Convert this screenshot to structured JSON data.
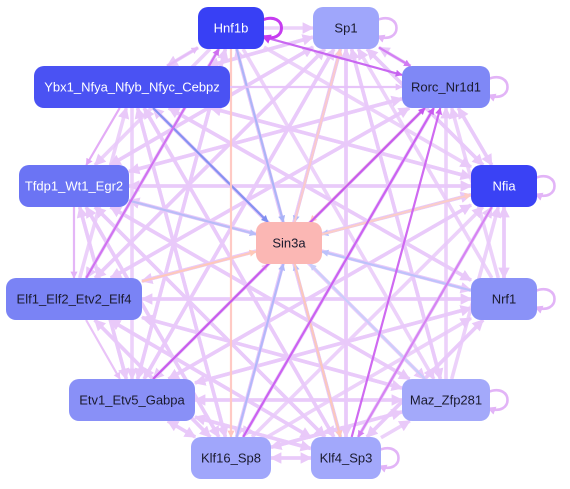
{
  "nodes": [
    {
      "id": "hnf1b",
      "label": "Hnf1b",
      "fill": "#3840f5",
      "text": "light"
    },
    {
      "id": "sp1",
      "label": "Sp1",
      "fill": "#9fa6fb",
      "text": "dark"
    },
    {
      "id": "ybx1",
      "label": "Ybx1_Nfya_Nfyb_Nfyc_Cebpz",
      "fill": "#4a52f3",
      "text": "light"
    },
    {
      "id": "rorc",
      "label": "Rorc_Nr1d1",
      "fill": "#7f88f6",
      "text": "dark"
    },
    {
      "id": "tfdp1",
      "label": "Tfdp1_Wt1_Egr2",
      "fill": "#6b74f4",
      "text": "light"
    },
    {
      "id": "nfia",
      "label": "Nfia",
      "fill": "#3a42f5",
      "text": "light"
    },
    {
      "id": "sin3a",
      "label": "Sin3a",
      "fill": "#fbb7b4",
      "text": "dark"
    },
    {
      "id": "elf1",
      "label": "Elf1_Elf2_Etv2_Elf4",
      "fill": "#7a83f5",
      "text": "dark"
    },
    {
      "id": "nrf1",
      "label": "Nrf1",
      "fill": "#8a92f7",
      "text": "dark"
    },
    {
      "id": "etv1",
      "label": "Etv1_Etv5_Gabpa",
      "fill": "#8990f7",
      "text": "dark"
    },
    {
      "id": "maz",
      "label": "Maz_Zfp281",
      "fill": "#a3a9fa",
      "text": "dark"
    },
    {
      "id": "klf16",
      "label": "Klf16_Sp8",
      "fill": "#a0a6fb",
      "text": "dark"
    },
    {
      "id": "klf4",
      "label": "Klf4_Sp3",
      "fill": "#a2a8fb",
      "text": "dark"
    }
  ],
  "edges": [
    {
      "from": "ybx1",
      "to": "sin3a",
      "color": "#7f8ef0"
    },
    {
      "from": "hnf1b",
      "to": "sin3a",
      "color": "#a9b3f7"
    },
    {
      "from": "sp1",
      "to": "sin3a",
      "color": "#b3b9f9"
    },
    {
      "from": "rorc",
      "to": "sin3a",
      "color": "#ffc2c2"
    },
    {
      "from": "nfia",
      "to": "sin3a",
      "color": "#b9c3fb"
    },
    {
      "from": "nrf1",
      "to": "sin3a",
      "color": "#bcc2fb"
    },
    {
      "from": "maz",
      "to": "sin3a",
      "color": "#c9cdfb"
    },
    {
      "from": "klf16",
      "to": "sin3a",
      "color": "#b0b6fa"
    },
    {
      "from": "klf4",
      "to": "sin3a",
      "color": "#b8bdfa"
    },
    {
      "from": "tfdp1",
      "to": "sin3a",
      "color": "#b7bcf8"
    },
    {
      "from": "elf1",
      "to": "sin3a",
      "color": "#ffc8b8"
    },
    {
      "from": "etv1",
      "to": "sin3a",
      "color": "#f2c4e8"
    },
    {
      "from": "sin3a",
      "to": "klf4",
      "color": "#ffc8b8"
    },
    {
      "from": "sin3a",
      "to": "sp1",
      "color": "#ffcaca"
    },
    {
      "from": "sin3a",
      "to": "nfia",
      "color": "#ffcdc6"
    },
    {
      "from": "hnf1b",
      "to": "klf16",
      "color": "#ffc7c1"
    },
    {
      "from": "etv1",
      "to": "rorc",
      "color": "#c456ee"
    },
    {
      "from": "klf16",
      "to": "rorc",
      "color": "#c95cf0"
    },
    {
      "from": "klf4",
      "to": "rorc",
      "color": "#cc62f0"
    },
    {
      "from": "elf1",
      "to": "hnf1b",
      "color": "#cf6ef0"
    },
    {
      "from": "hnf1b",
      "to": "rorc",
      "color": "#c660f0"
    },
    {
      "from": "sp1",
      "to": "rorc",
      "color": "#d27bf2"
    },
    {
      "from": "nfia",
      "to": "klf4",
      "color": "#d57ff2"
    },
    {
      "from": "tfdp1",
      "to": "elf1",
      "color": "#e3b2f7"
    },
    {
      "from": "elf1",
      "to": "etv1",
      "color": "#e8c0f8"
    },
    {
      "from": "ybx1",
      "to": "tfdp1",
      "color": "#e2a8f6"
    },
    {
      "from": "ybx1",
      "to": "hnf1b",
      "color": "#e5bcf8"
    },
    {
      "from": "ybx1",
      "to": "rorc",
      "color": "#e6c2f9"
    },
    {
      "from": "ybx1",
      "to": "nfia",
      "color": "#e9c9f9"
    },
    {
      "from": "ybx1",
      "to": "nrf1",
      "color": "#e9c9f9"
    },
    {
      "from": "ybx1",
      "to": "maz",
      "color": "#e9c9f9"
    },
    {
      "from": "ybx1",
      "to": "klf4",
      "color": "#e9c9f9"
    },
    {
      "from": "ybx1",
      "to": "klf16",
      "color": "#e9c9f9"
    },
    {
      "from": "ybx1",
      "to": "etv1",
      "color": "#e9c9f9"
    },
    {
      "from": "ybx1",
      "to": "sp1",
      "color": "#e9c9f9"
    },
    {
      "from": "tfdp1",
      "to": "nfia",
      "color": "#e9c9f9"
    },
    {
      "from": "tfdp1",
      "to": "rorc",
      "color": "#e9c9f9"
    },
    {
      "from": "tfdp1",
      "to": "sp1",
      "color": "#e9c9f9"
    },
    {
      "from": "tfdp1",
      "to": "nrf1",
      "color": "#e9c9f9"
    },
    {
      "from": "tfdp1",
      "to": "maz",
      "color": "#e9c9f9"
    },
    {
      "from": "tfdp1",
      "to": "klf4",
      "color": "#e9c9f9"
    },
    {
      "from": "tfdp1",
      "to": "klf16",
      "color": "#e9c9f9"
    },
    {
      "from": "tfdp1",
      "to": "etv1",
      "color": "#e9c9f9"
    },
    {
      "from": "elf1",
      "to": "nfia",
      "color": "#e9c9f9"
    },
    {
      "from": "elf1",
      "to": "rorc",
      "color": "#e9c9f9"
    },
    {
      "from": "elf1",
      "to": "sp1",
      "color": "#e9c9f9"
    },
    {
      "from": "elf1",
      "to": "nrf1",
      "color": "#e9c9f9"
    },
    {
      "from": "elf1",
      "to": "maz",
      "color": "#e9c9f9"
    },
    {
      "from": "elf1",
      "to": "klf4",
      "color": "#e9c9f9"
    },
    {
      "from": "elf1",
      "to": "klf16",
      "color": "#e9c9f9"
    },
    {
      "from": "elf1",
      "to": "ybx1",
      "color": "#e9c9f9"
    },
    {
      "from": "etv1",
      "to": "nfia",
      "color": "#e9c9f9"
    },
    {
      "from": "etv1",
      "to": "sp1",
      "color": "#e9c9f9"
    },
    {
      "from": "etv1",
      "to": "nrf1",
      "color": "#e9c9f9"
    },
    {
      "from": "etv1",
      "to": "maz",
      "color": "#e9c9f9"
    },
    {
      "from": "etv1",
      "to": "klf4",
      "color": "#e9c9f9"
    },
    {
      "from": "etv1",
      "to": "klf16",
      "color": "#e9c9f9"
    },
    {
      "from": "etv1",
      "to": "tfdp1",
      "color": "#e9c9f9"
    },
    {
      "from": "etv1",
      "to": "hnf1b",
      "color": "#e9c9f9"
    },
    {
      "from": "klf16",
      "to": "klf4",
      "color": "#e9c9f9"
    },
    {
      "from": "klf4",
      "to": "klf16",
      "color": "#e9c9f9"
    },
    {
      "from": "klf16",
      "to": "nfia",
      "color": "#e9c9f9"
    },
    {
      "from": "klf16",
      "to": "sp1",
      "color": "#e9c9f9"
    },
    {
      "from": "klf16",
      "to": "nrf1",
      "color": "#e9c9f9"
    },
    {
      "from": "klf16",
      "to": "maz",
      "color": "#e9c9f9"
    },
    {
      "from": "klf16",
      "to": "elf1",
      "color": "#e9c9f9"
    },
    {
      "from": "klf16",
      "to": "etv1",
      "color": "#e9c9f9"
    },
    {
      "from": "klf16",
      "to": "tfdp1",
      "color": "#e9c9f9"
    },
    {
      "from": "klf16",
      "to": "ybx1",
      "color": "#e9c9f9"
    },
    {
      "from": "klf4",
      "to": "nfia",
      "color": "#e9c9f9"
    },
    {
      "from": "klf4",
      "to": "sp1",
      "color": "#e9c9f9"
    },
    {
      "from": "klf4",
      "to": "nrf1",
      "color": "#e9c9f9"
    },
    {
      "from": "klf4",
      "to": "maz",
      "color": "#e9c9f9"
    },
    {
      "from": "klf4",
      "to": "elf1",
      "color": "#e9c9f9"
    },
    {
      "from": "klf4",
      "to": "etv1",
      "color": "#e9c9f9"
    },
    {
      "from": "klf4",
      "to": "tfdp1",
      "color": "#e9c9f9"
    },
    {
      "from": "klf4",
      "to": "ybx1",
      "color": "#e9c9f9"
    },
    {
      "from": "klf4",
      "to": "hnf1b",
      "color": "#e9c9f9"
    },
    {
      "from": "maz",
      "to": "nfia",
      "color": "#e9c9f9"
    },
    {
      "from": "maz",
      "to": "rorc",
      "color": "#e9c9f9"
    },
    {
      "from": "maz",
      "to": "sp1",
      "color": "#e9c9f9"
    },
    {
      "from": "maz",
      "to": "elf1",
      "color": "#e9c9f9"
    },
    {
      "from": "maz",
      "to": "etv1",
      "color": "#e9c9f9"
    },
    {
      "from": "maz",
      "to": "tfdp1",
      "color": "#e9c9f9"
    },
    {
      "from": "maz",
      "to": "ybx1",
      "color": "#e9c9f9"
    },
    {
      "from": "maz",
      "to": "klf16",
      "color": "#e9c9f9"
    },
    {
      "from": "nrf1",
      "to": "rorc",
      "color": "#e9c9f9"
    },
    {
      "from": "nrf1",
      "to": "sp1",
      "color": "#e9c9f9"
    },
    {
      "from": "nrf1",
      "to": "elf1",
      "color": "#e9c9f9"
    },
    {
      "from": "nrf1",
      "to": "etv1",
      "color": "#e9c9f9"
    },
    {
      "from": "nrf1",
      "to": "tfdp1",
      "color": "#e9c9f9"
    },
    {
      "from": "nrf1",
      "to": "ybx1",
      "color": "#e9c9f9"
    },
    {
      "from": "nrf1",
      "to": "klf4",
      "color": "#e9c9f9"
    },
    {
      "from": "nrf1",
      "to": "nfia",
      "color": "#e9c9f9"
    },
    {
      "from": "nfia",
      "to": "rorc",
      "color": "#e9c9f9"
    },
    {
      "from": "nfia",
      "to": "sp1",
      "color": "#e9c9f9"
    },
    {
      "from": "nfia",
      "to": "elf1",
      "color": "#e9c9f9"
    },
    {
      "from": "nfia",
      "to": "tfdp1",
      "color": "#e9c9f9"
    },
    {
      "from": "nfia",
      "to": "ybx1",
      "color": "#e9c9f9"
    },
    {
      "from": "nfia",
      "to": "etv1",
      "color": "#e9c9f9"
    },
    {
      "from": "nfia",
      "to": "nrf1",
      "color": "#e9c9f9"
    },
    {
      "from": "rorc",
      "to": "sp1",
      "color": "#e9c9f9"
    },
    {
      "from": "rorc",
      "to": "tfdp1",
      "color": "#e9c9f9"
    },
    {
      "from": "rorc",
      "to": "elf1",
      "color": "#e9c9f9"
    },
    {
      "from": "rorc",
      "to": "etv1",
      "color": "#e9c9f9"
    },
    {
      "from": "rorc",
      "to": "nfia",
      "color": "#e9c9f9"
    },
    {
      "from": "rorc",
      "to": "klf16",
      "color": "#e9c9f9"
    },
    {
      "from": "sp1",
      "to": "ybx1",
      "color": "#e9c9f9"
    },
    {
      "from": "sp1",
      "to": "tfdp1",
      "color": "#e9c9f9"
    },
    {
      "from": "sp1",
      "to": "elf1",
      "color": "#e9c9f9"
    },
    {
      "from": "sp1",
      "to": "etv1",
      "color": "#e9c9f9"
    },
    {
      "from": "sp1",
      "to": "klf16",
      "color": "#e9c9f9"
    },
    {
      "from": "sp1",
      "to": "klf4",
      "color": "#e9c9f9"
    },
    {
      "from": "sp1",
      "to": "maz",
      "color": "#e9c9f9"
    },
    {
      "from": "sp1",
      "to": "nfia",
      "color": "#e9c9f9"
    },
    {
      "from": "hnf1b",
      "to": "ybx1",
      "color": "#e9c9f9"
    },
    {
      "from": "hnf1b",
      "to": "elf1",
      "color": "#e9c9f9"
    },
    {
      "from": "hnf1b",
      "to": "etv1",
      "color": "#e9c9f9"
    },
    {
      "from": "hnf1b",
      "to": "maz",
      "color": "#e9c9f9"
    },
    {
      "from": "hnf1b",
      "to": "klf4",
      "color": "#e9c9f9"
    },
    {
      "from": "hnf1b",
      "to": "sp1",
      "color": "#e9c9f9"
    },
    {
      "from": "hnf1b",
      "to": "nfia",
      "color": "#e9c9f9"
    },
    {
      "from": "hnf1b",
      "to": "tfdp1",
      "color": "#e9c9f9"
    }
  ],
  "self_loops": [
    {
      "node": "hnf1b",
      "color": "#c63cf0"
    },
    {
      "node": "sp1",
      "color": "#e2b4f7"
    },
    {
      "node": "rorc",
      "color": "#e2b4f7"
    },
    {
      "node": "nfia",
      "color": "#e2b4f7"
    },
    {
      "node": "nrf1",
      "color": "#e2b4f7"
    },
    {
      "node": "maz",
      "color": "#e2b4f7"
    },
    {
      "node": "klf4",
      "color": "#e2b4f7"
    }
  ]
}
